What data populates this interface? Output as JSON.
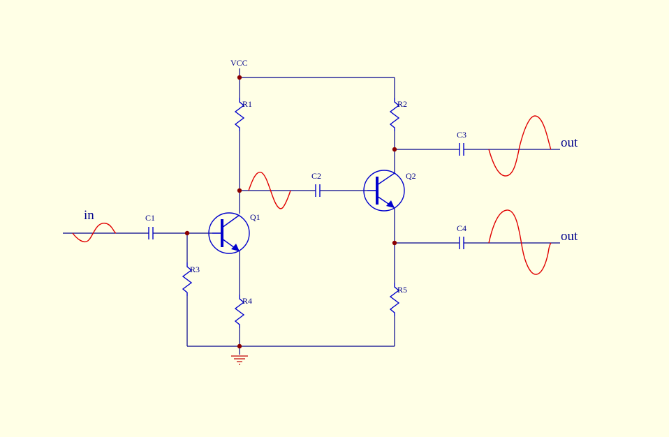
{
  "colors": {
    "background": "#ffffe6",
    "wire": "#00008b",
    "component": "#0000cc",
    "signal_wave": "#e00000",
    "junction": "#8b0000",
    "ground": "#c00000"
  },
  "labels": {
    "vcc": "VCC",
    "input": "in",
    "output_top": "out",
    "output_bottom": "out",
    "R1": "R1",
    "R2": "R2",
    "R3": "R3",
    "R4": "R4",
    "R5": "R5",
    "C1": "C1",
    "C2": "C2",
    "C3": "C3",
    "C4": "C4",
    "Q1": "Q1",
    "Q2": "Q2"
  }
}
